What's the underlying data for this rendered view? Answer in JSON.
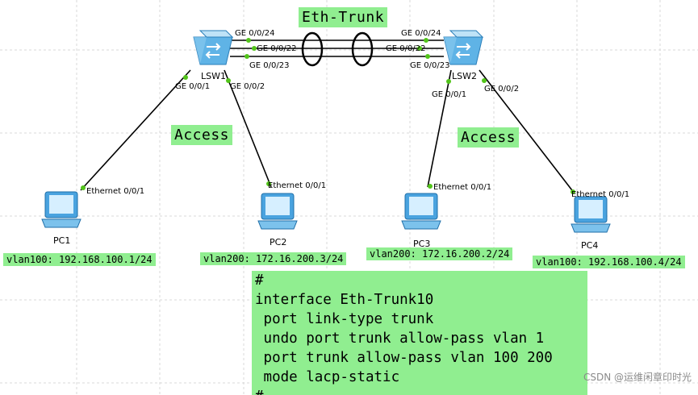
{
  "labels": {
    "eth_trunk": "Eth-Trunk",
    "access_left": "Access",
    "access_right": "Access"
  },
  "switches": {
    "lsw1": {
      "name": "LSW1",
      "ports": {
        "p24": "GE 0/0/24",
        "p22": "GE 0/0/22",
        "p23": "GE 0/0/23",
        "p1": "GE 0/0/1",
        "p2": "GE 0/0/2"
      }
    },
    "lsw2": {
      "name": "LSW2",
      "ports": {
        "p24": "GE 0/0/24",
        "p22": "GE 0/0/22",
        "p23": "GE 0/0/23",
        "p1": "GE 0/0/1",
        "p2": "GE 0/0/2"
      }
    }
  },
  "pcs": [
    {
      "name": "PC1",
      "port": "Ethernet 0/0/1",
      "vlan": "vlan100: 192.168.100.1/24"
    },
    {
      "name": "PC2",
      "port": "Ethernet 0/0/1",
      "vlan": "vlan200: 172.16.200.3/24"
    },
    {
      "name": "PC3",
      "port": "Ethernet 0/0/1",
      "vlan": "vlan200: 172.16.200.2/24"
    },
    {
      "name": "PC4",
      "port": "Ethernet 0/0/1",
      "vlan": "vlan100: 192.168.100.4/24"
    }
  ],
  "config_lines": [
    "#",
    "interface Eth-Trunk10",
    " port link-type trunk",
    " undo port trunk allow-pass vlan 1",
    " port trunk allow-pass vlan 100 200",
    " mode lacp-static",
    "#"
  ],
  "watermark": "CSDN @运维闲章印时光",
  "colors": {
    "tag_bg": "#90ee90",
    "link": "#000000",
    "port_dot": "#52c41a",
    "device": "#4aa3df"
  }
}
